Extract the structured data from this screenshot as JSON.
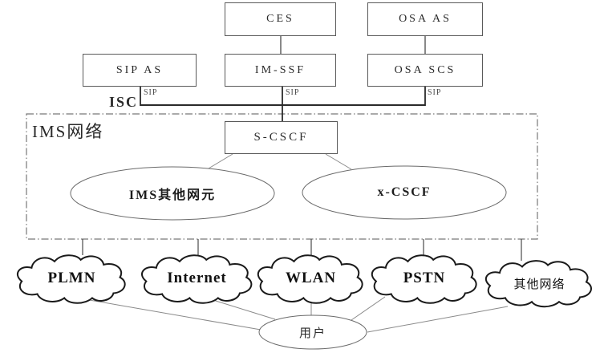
{
  "title": "IMS network architecture diagram",
  "boxes": {
    "ces": "CES",
    "osa_as": "OSA AS",
    "sip_as": "SIP AS",
    "im_ssf": "IM-SSF",
    "osa_scs": "OSA SCS",
    "s_cscf": "S-CSCF"
  },
  "labels": {
    "isc": "ISC",
    "sip_labels": [
      "SIP",
      "SIP",
      "SIP"
    ],
    "ims_network": "IMS网络"
  },
  "ellipses": {
    "ims_others": "IMS其他网元",
    "x_cscf": "x-CSCF",
    "user": "用户"
  },
  "clouds": {
    "plmn": "PLMN",
    "internet": "Internet",
    "wlan": "WLAN",
    "pstn": "PSTN",
    "other": "其他网络"
  },
  "colors": {
    "background": "#ffffff",
    "line": "#3a3a3a",
    "thin_line": "#8a8a8a",
    "box_border": "#5a5a5a",
    "cloud_border": "#1a1a1a",
    "dash_border": "#777777",
    "text": "#1c1c1c"
  }
}
